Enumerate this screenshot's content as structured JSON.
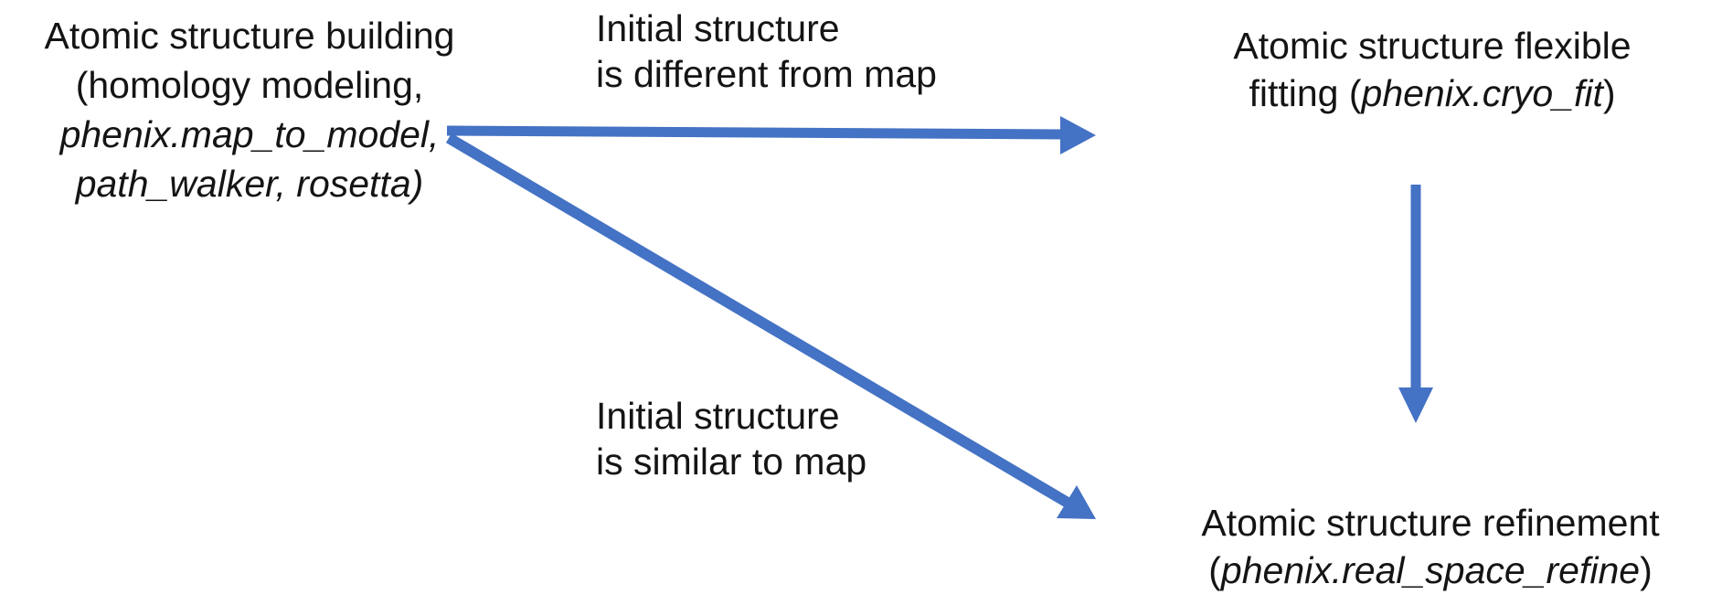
{
  "colors": {
    "arrow": "#4472C4",
    "text": "#141414",
    "background": "#ffffff"
  },
  "nodes": {
    "building": {
      "line1": "Atomic structure building",
      "line2": "(homology modeling,",
      "line3": "phenix.map_to_model,",
      "line4": "path_walker, rosetta)"
    },
    "fitting": {
      "line1": "Atomic structure flexible",
      "line2_prefix": "fitting (",
      "line2_tool": "phenix.cryo_fit",
      "line2_suffix": ")"
    },
    "refinement": {
      "line1": "Atomic structure refinement",
      "line2_prefix": "(",
      "line2_tool": "phenix.real_space_refine",
      "line2_suffix": ")"
    }
  },
  "edge_labels": {
    "different_from_map": {
      "line1": "Initial structure",
      "line2": "is different from map"
    },
    "similar_to_map": {
      "line1": "Initial structure",
      "line2": "is similar to map"
    }
  },
  "arrows": [
    {
      "name": "building-to-fitting",
      "from": "building",
      "to": "fitting",
      "label": "different_from_map",
      "direction": "right"
    },
    {
      "name": "building-to-refinement",
      "from": "building",
      "to": "refinement",
      "label": "similar_to_map",
      "direction": "down-right"
    },
    {
      "name": "fitting-to-refinement",
      "from": "fitting",
      "to": "refinement",
      "label": "",
      "direction": "down"
    }
  ]
}
